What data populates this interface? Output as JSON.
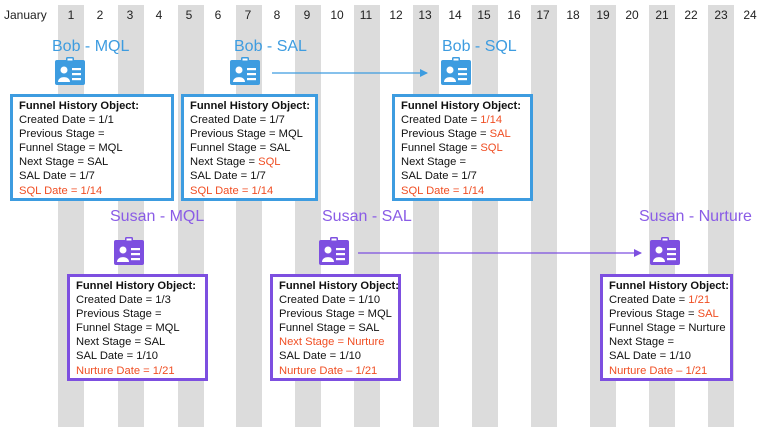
{
  "header": {
    "month": "January",
    "days": [
      "1",
      "2",
      "3",
      "4",
      "5",
      "6",
      "7",
      "8",
      "9",
      "10",
      "11",
      "12",
      "13",
      "14",
      "15",
      "16",
      "17",
      "18",
      "19",
      "20",
      "21",
      "22",
      "23",
      "24"
    ]
  },
  "colors": {
    "bob": "#3d9ce0",
    "susan": "#7d4fe0",
    "highlight": "#f04e23",
    "stripe": "#dcdcdc"
  },
  "icons": {
    "badge": "id-badge-icon",
    "arrow": "arrow-right-icon"
  },
  "bob": {
    "mql": {
      "title": "Bob - MQL",
      "card": {
        "heading": "Funnel History Object:",
        "lines": [
          {
            "label": "Created Date = ",
            "value": "1/1"
          },
          {
            "label": "Previous Stage = ",
            "value": ""
          },
          {
            "label": "Funnel Stage = ",
            "value": "MQL"
          },
          {
            "label": "Next Stage = ",
            "value": "SAL"
          },
          {
            "label": "SAL Date = ",
            "value": "1/7"
          },
          {
            "label": "SQL Date = ",
            "value": "1/14"
          }
        ]
      }
    },
    "sal": {
      "title": "Bob - SAL",
      "card": {
        "heading": "Funnel History Object:",
        "lines": [
          {
            "label": "Created Date = ",
            "value": "1/7"
          },
          {
            "label": "Previous Stage = ",
            "value": "MQL"
          },
          {
            "label": "Funnel Stage = ",
            "value": "SAL"
          },
          {
            "label": "Next Stage = ",
            "value": "SQL"
          },
          {
            "label": "SAL Date = ",
            "value": "1/7"
          },
          {
            "label": "SQL Date = ",
            "value": "1/14"
          }
        ]
      }
    },
    "sql": {
      "title": "Bob - SQL",
      "card": {
        "heading": "Funnel History Object:",
        "lines": [
          {
            "label": "Created Date = ",
            "value": "1/14"
          },
          {
            "label": "Previous Stage = ",
            "value": "SAL"
          },
          {
            "label": "Funnel Stage = ",
            "value": "SQL"
          },
          {
            "label": "Next Stage = ",
            "value": ""
          },
          {
            "label": "SAL Date = ",
            "value": "1/7"
          },
          {
            "label": "SQL Date = ",
            "value": "1/14"
          }
        ]
      }
    }
  },
  "susan": {
    "mql": {
      "title": "Susan - MQL",
      "card": {
        "heading": "Funnel History Object:",
        "lines": [
          {
            "label": "Created Date = ",
            "value": "1/3"
          },
          {
            "label": "Previous Stage = ",
            "value": ""
          },
          {
            "label": "Funnel Stage = ",
            "value": "MQL"
          },
          {
            "label": "Next Stage = ",
            "value": "SAL"
          },
          {
            "label": "SAL Date = ",
            "value": "1/10"
          },
          {
            "label": "Nurture Date = ",
            "value": "1/21"
          }
        ]
      }
    },
    "sal": {
      "title": "Susan - SAL",
      "card": {
        "heading": "Funnel History Object:",
        "lines": [
          {
            "label": "Created Date = ",
            "value": "1/10"
          },
          {
            "label": "Previous Stage = ",
            "value": "MQL"
          },
          {
            "label": "Funnel Stage = ",
            "value": "SAL"
          },
          {
            "label": "Next Stage = ",
            "value": "Nurture"
          },
          {
            "label": "SAL Date = ",
            "value": "1/10"
          },
          {
            "label": "Nurture Date – ",
            "value": "1/21"
          }
        ]
      }
    },
    "nurture": {
      "title": "Susan - Nurture",
      "card": {
        "heading": "Funnel History Object:",
        "lines": [
          {
            "label": "Created Date = ",
            "value": "1/21"
          },
          {
            "label": "Previous Stage = ",
            "value": "SAL"
          },
          {
            "label": "Funnel Stage = ",
            "value": "Nurture"
          },
          {
            "label": "Next Stage = ",
            "value": ""
          },
          {
            "label": "SAL Date = ",
            "value": "1/10"
          },
          {
            "label": "Nurture Date – ",
            "value": "1/21"
          }
        ]
      }
    }
  }
}
